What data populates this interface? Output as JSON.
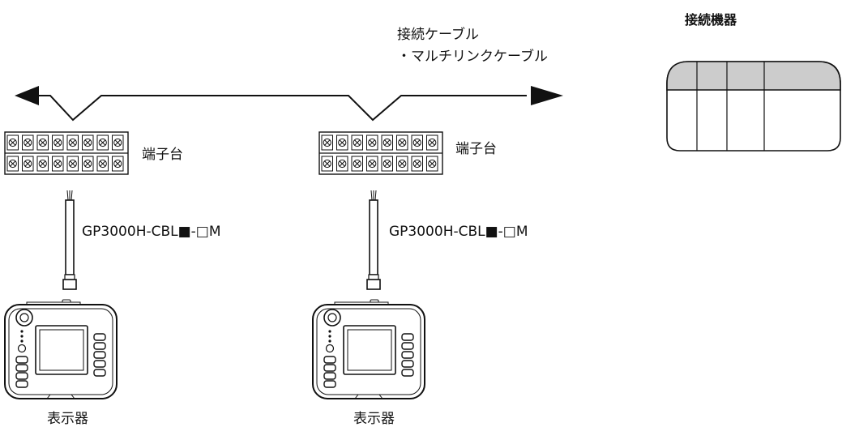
{
  "diagram": {
    "cable_title": "接続ケーブル",
    "cable_item": "・マルチリンクケーブル",
    "device_title": "接続機器",
    "units": [
      {
        "terminal_label": "端子台",
        "cable_label": "GP3000H-CBL■-□M",
        "display_label": "表示器"
      },
      {
        "terminal_label": "端子台",
        "cable_label": "GP3000H-CBL■-□M",
        "display_label": "表示器"
      }
    ]
  }
}
